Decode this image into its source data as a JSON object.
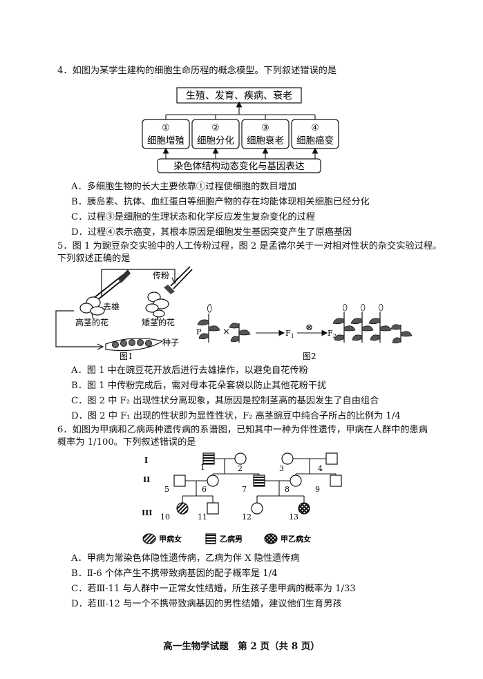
{
  "q4": {
    "stem": "4．如图为某学生建构的细胞生命历程的概念模型。下列叙述错误的是",
    "diagram": {
      "top": "生殖、发育、疾病、衰老",
      "boxes": [
        {
          "num": "①",
          "label": "细胞增殖"
        },
        {
          "num": "②",
          "label": "细胞分化"
        },
        {
          "num": "③",
          "label": "细胞衰老"
        },
        {
          "num": "④",
          "label": "细胞癌变"
        }
      ],
      "bottom": "染色体结构动态变化与基因表达"
    },
    "options": [
      "A．多细胞生物的长大主要依靠①过程使细胞的数目增加",
      "B．胰岛素、抗体、血红蛋白等细胞产物的存在均能体现相关细胞已经分化",
      "C．过程③是细胞的生理状态和化学反应发生复杂变化的过程",
      "D．过程④表示癌变，其根本原因是细胞发生基因突变产生了原癌基因"
    ]
  },
  "q5": {
    "stem_1": "5．图 1 为豌豆杂交实验中的人工传粉过程，图 2 是孟德尔关于一对相对性状的杂交实验过程。",
    "stem_2": "下列叙述正确的是",
    "fig1": {
      "pollination": "传粉",
      "emasculation": "去雄",
      "tall": "高茎的花",
      "short": "矮茎的花",
      "seed": "种子",
      "caption": "图1"
    },
    "fig2": {
      "p": "P",
      "cross": "×",
      "selfing": "⊗",
      "f1": "F",
      "f1_sub": "1",
      "f2": "F",
      "f2_sub": "2",
      "caption": "图2"
    },
    "options": [
      "A．图 1 中在豌豆花开放后进行去雄操作，以避免自花传粉",
      "B．图 1 中传粉完成后，需对母本花朵套袋以防止其他花粉干扰",
      "C．图 2 中 F₂ 出现性状分离现象，其原因是控制茎高的基因发生了自由组合",
      "D．图 2 中 F₁ 出现的性状即为显性性状，F₂ 高茎豌豆中纯合子所占的比例为 1/4"
    ]
  },
  "q6": {
    "stem_1": "6．如图为甲病和乙病两种遗传病的系谱图，已知其中一种为伴性遗传，甲病在人群中的患病",
    "stem_2": "概率为 1/100。下列叙述错误的是",
    "generations": [
      "I",
      "II",
      "III"
    ],
    "numbers": [
      "1",
      "2",
      "3",
      "4",
      "5",
      "6",
      "7",
      "8",
      "9",
      "10",
      "11",
      "12",
      "13"
    ],
    "legend": [
      "甲病女",
      "乙病男",
      "甲乙病女"
    ],
    "options": [
      "A．甲病为常染色体隐性遗传病，乙病为伴 X 隐性遗传病",
      "B．Ⅱ-6 个体产生不携带致病基因的配子概率是 1/4",
      "C．若Ⅲ-11 与人群中一正常女性结婚，所生孩子患甲病的概率为 1/33",
      "D．若Ⅲ-12 与一个不携带致病基因的男性结婚，建议他们生育男孩"
    ]
  },
  "footer": "高一生物学试题　第 2 页（共 8 页）"
}
